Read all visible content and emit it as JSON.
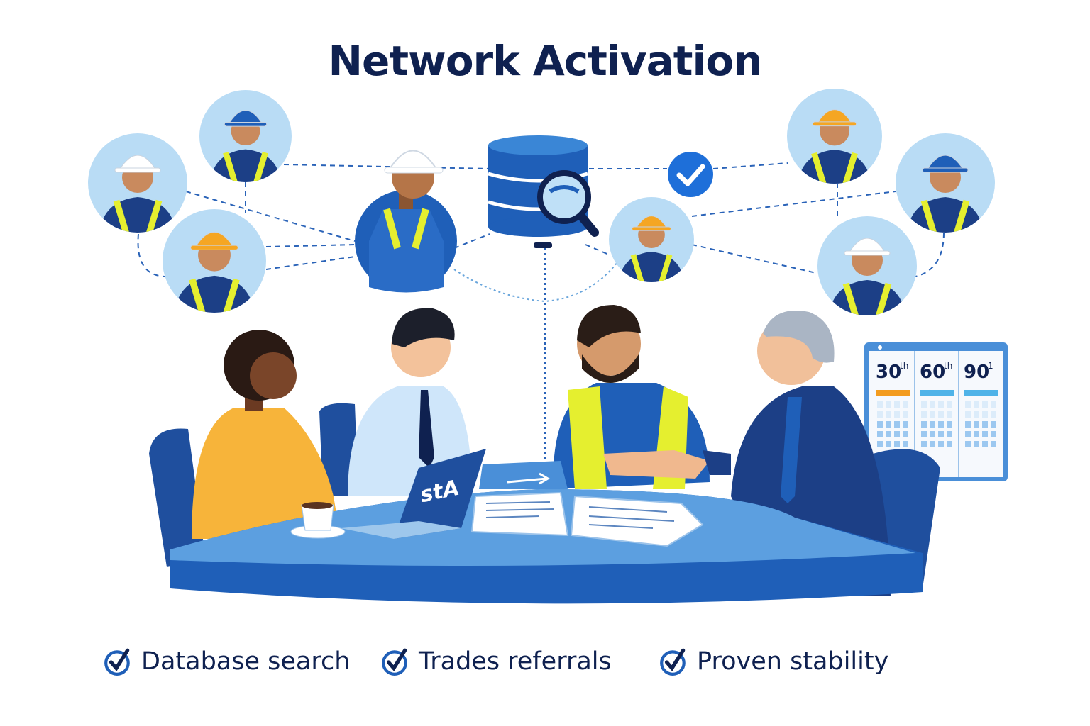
{
  "title": "Network Activation",
  "laptop_logo": "stA",
  "calendar": {
    "columns": [
      {
        "label": "30",
        "suffix": "th",
        "bar_color": "#f39c1f"
      },
      {
        "label": "60",
        "suffix": "th",
        "bar_color": "#4fb3e8"
      },
      {
        "label": "90",
        "suffix": "1",
        "bar_color": "#4fb3e8"
      }
    ]
  },
  "features": [
    {
      "label": "Database search",
      "icon": "check-circle-icon"
    },
    {
      "label": "Trades referrals",
      "icon": "check-circle-icon"
    },
    {
      "label": "Proven stability",
      "icon": "check-circle-icon"
    }
  ],
  "workers": [
    {
      "name": "worker-white-helmet-1",
      "helmet": "#ffffff"
    },
    {
      "name": "worker-blue-helmet-1",
      "helmet": "#1f5fb8"
    },
    {
      "name": "worker-orange-helmet-1",
      "helmet": "#f5a623"
    },
    {
      "name": "worker-orange-helmet-2",
      "helmet": "#f5a623"
    },
    {
      "name": "worker-orange-helmet-3",
      "helmet": "#f5a623"
    },
    {
      "name": "worker-blue-helmet-2",
      "helmet": "#1f5fb8"
    },
    {
      "name": "worker-white-helmet-2",
      "helmet": "#ffffff"
    }
  ],
  "colors": {
    "navy": "#0f2150",
    "blue": "#1f5fb8",
    "light": "#b9dcf5",
    "accent": "#1e6fd9"
  }
}
